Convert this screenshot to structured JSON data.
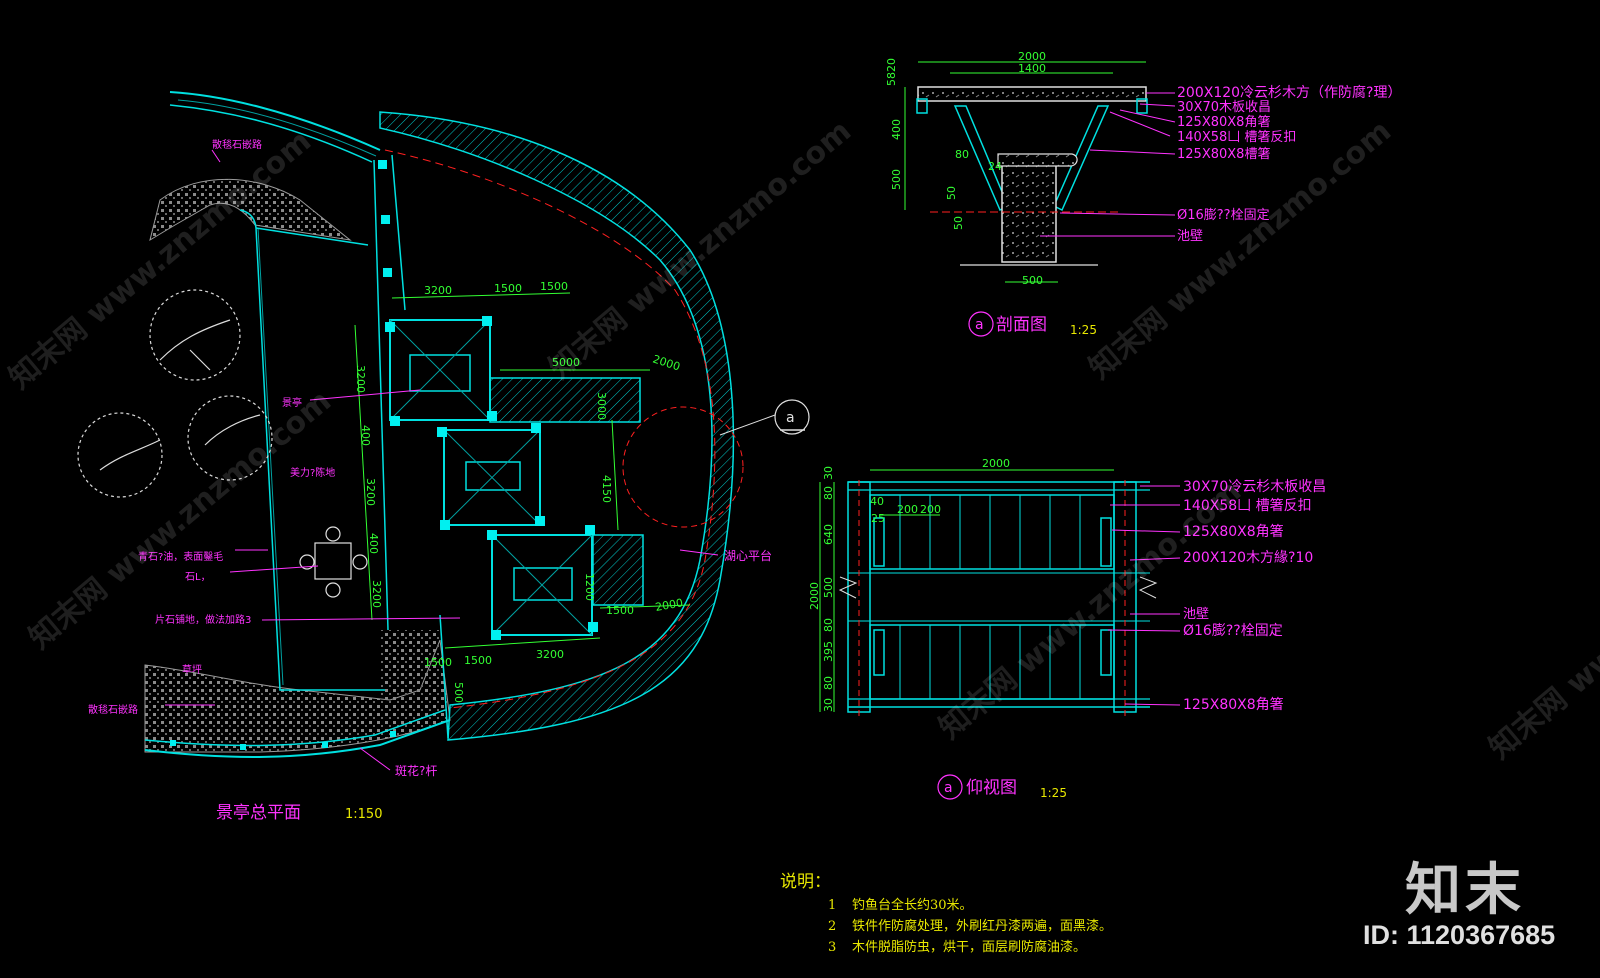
{
  "plan": {
    "title": "景亭总平面",
    "scale": "1:150",
    "labels": {
      "path_top": "散毯石嵌路",
      "pavilion": "景亭",
      "lawn_top": "美力?陈地",
      "bluestone": "青石?油，表面鑿毛",
      "bluestone2": "石L，",
      "slab": "片石铺地，做法加路3",
      "lawn": "草坪",
      "path_bottom": "散毯石嵌路",
      "railing": "斑花?杆",
      "platform": "湖心平台"
    },
    "dims": {
      "d3200a": "3200",
      "d1500a": "1500",
      "d1500b": "1500",
      "d3200b": "3200",
      "d3200c": "3200",
      "d3200d": "3200",
      "d5000": "5000",
      "d2000a": "2000",
      "d3000": "3000",
      "d4150": "4150",
      "d1500c": "1500",
      "d2000b": "2000",
      "d1500d": "1500",
      "d3200e": "3200",
      "d1500e": "1500",
      "d400a": "400",
      "d400b": "400",
      "d1200": "1200",
      "d500": "500"
    },
    "section_mark": "a"
  },
  "section": {
    "title": "剖面图",
    "mark": "a",
    "scale": "1:25",
    "dims": {
      "w2000": "2000",
      "w1400": "1400",
      "w500": "500",
      "h5820": "5820",
      "h400": "400",
      "h500": "500",
      "h50a": "50",
      "h50b": "50",
      "d80": "80",
      "d24": "24"
    },
    "callouts": [
      "200X120冷云杉木方（作防腐?理）",
      "30X70木板收昌",
      "125X80X8角箸",
      "140X58凵  槽箸反扣",
      "125X80X8槽箸",
      "Ø16膨??栓固定",
      "池壁"
    ]
  },
  "bottom_view": {
    "title": "仰视图",
    "mark": "a",
    "scale": "1:25",
    "dims": {
      "w2000": "2000",
      "w200a": "200",
      "w200b": "200",
      "v30a": "30",
      "v80a": "80",
      "v640": "640",
      "v500": "500",
      "v80b": "80",
      "v395": "395",
      "v80c": "80",
      "v30b": "30",
      "v2000": "2000",
      "v40": "40",
      "v25": "25"
    },
    "callouts": [
      "30X70冷云杉木板收昌",
      "140X58凵  槽箸反扣",
      "125X80X8角箸",
      "200X120木方緣?10",
      "池壁",
      "Ø16膨??栓固定",
      "125X80X8角箸"
    ]
  },
  "notes": {
    "title": "说明：",
    "items": [
      {
        "n": "1",
        "text": "钓鱼台全长约30米。"
      },
      {
        "n": "2",
        "text": "铁件作防腐处理，外刷红丹漆两遍，面黑漆。"
      },
      {
        "n": "3",
        "text": "木件脱脂防虫，烘干，面层刷防腐油漆。"
      }
    ]
  },
  "watermark": {
    "logo": "知末",
    "id": "ID: 1120367685",
    "repeat": "知末网 www.znzmo.com"
  },
  "colors": {
    "background": "#000000",
    "outline": "#00e0e0",
    "annotation": "#ff33ff",
    "dimension": "#33ff33",
    "text_yellow": "#e8e800",
    "center_line": "#ff2020",
    "grey": "#9a9a9a"
  }
}
